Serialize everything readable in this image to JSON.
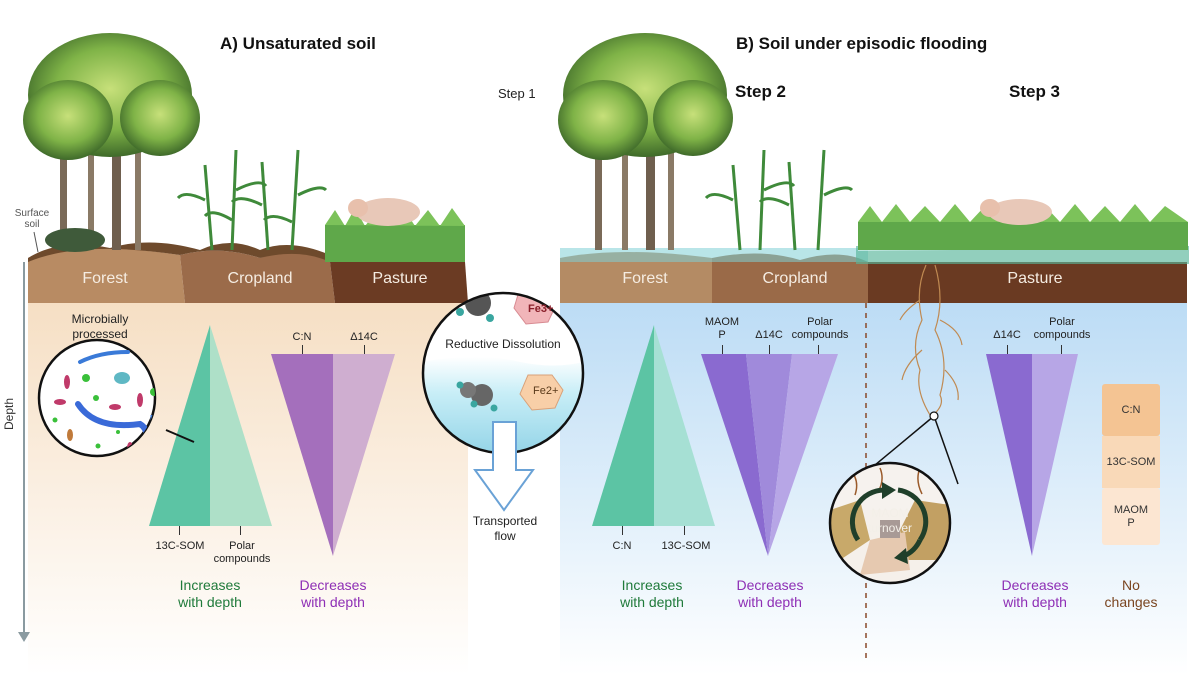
{
  "panel_a": {
    "title": "A) Unsaturated soil",
    "surface_label": "Surface\nsoil",
    "land_uses": [
      "Forest",
      "Cropland",
      "Pasture"
    ],
    "inset_label": "Microbially\nprocessed",
    "green_triangle": {
      "labels": [
        "13C-SOM",
        "Polar\ncompounds"
      ],
      "trend": "Increases\nwith depth"
    },
    "purple_triangle": {
      "labels": [
        "C:N",
        "Δ14C"
      ],
      "trend": "Decreases\nwith depth"
    }
  },
  "step1": {
    "label": "Step 1",
    "process": "Reductive Dissolution",
    "ion_top": "Fe3+",
    "ion_bottom": "Fe2+",
    "flow_label": "Transported\nflow"
  },
  "panel_b": {
    "title": "B) Soil under episodic flooding",
    "step2": {
      "label": "Step 2",
      "land_uses": [
        "Forest",
        "Cropland"
      ],
      "green_triangle": {
        "labels": [
          "C:N",
          "13C-SOM"
        ],
        "trend": "Increases\nwith depth"
      },
      "purple_triangle": {
        "labels": [
          "MAOM\nP",
          "Δ14C",
          "Polar\ncompounds"
        ],
        "trend": "Decreases\nwith depth"
      }
    },
    "step3": {
      "label": "Step 3",
      "land_use": "Pasture",
      "inset_label": "MAOM\nturnover",
      "purple_triangle": {
        "labels": [
          "Δ14C",
          "Polar\ncompounds"
        ],
        "trend": "Decreases\nwith depth"
      },
      "no_change": {
        "items": [
          "C:N",
          "13C-SOM",
          "MAOM\nP"
        ],
        "trend": "No\nchanges"
      }
    }
  },
  "axis": {
    "label": "Depth"
  },
  "colors": {
    "green_dark": "#5cc4a4",
    "green_light": "#aee0c8",
    "purple_dark": "#a46fbc",
    "purple_light": "#cfaed0",
    "violet_1": "#8a6ad0",
    "violet_2": "#a08adb",
    "violet_3": "#b7a6e6",
    "soil_forest": "#b48a62",
    "soil_crop": "#9a6a48",
    "soil_pasture": "#6a3a22",
    "water": "#bfe3f5"
  }
}
